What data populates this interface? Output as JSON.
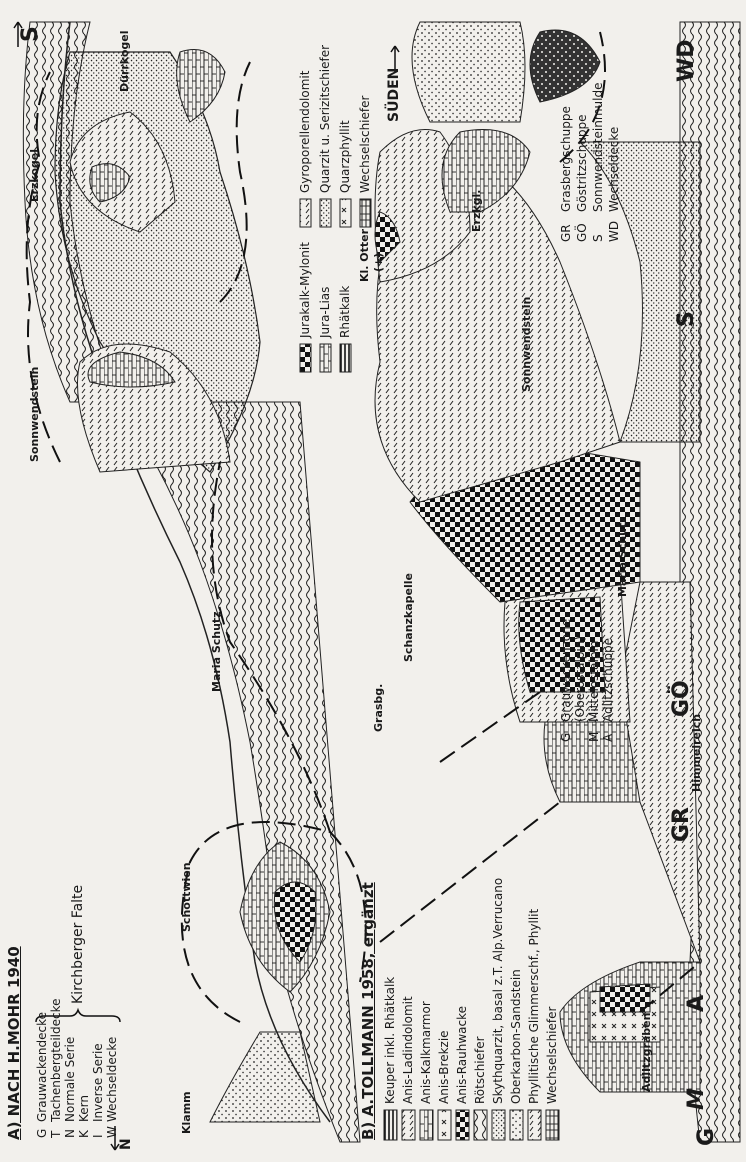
{
  "section_a": {
    "title": "A) NACH H.MOHR 1940",
    "north_label": "N",
    "south_label": "S",
    "legend_left": [
      {
        "code": "G",
        "text": "Grauwackendecke"
      },
      {
        "code": "T",
        "text": "Tachenbergteildecke"
      },
      {
        "code": "N",
        "text": "Normale Serie"
      },
      {
        "code": "K",
        "text": "Kern"
      },
      {
        "code": "I",
        "text": "Inverse Serie"
      },
      {
        "code": "W",
        "text": "Wechseldecke"
      }
    ],
    "bracket_label": "Kirchberger Falte",
    "legend_mid": [
      "Jurakalk-Mylonit",
      "Jura-Lias",
      "Rhätkalk"
    ],
    "legend_right": [
      "Gyroporellendolomit",
      "Quarzit u. Serizitschiefer",
      "Quarzphyllit",
      "Wechselschiefer"
    ],
    "places": [
      "Klamm",
      "Schottwien",
      "Maria Schutz",
      "Sonnwendstein",
      "Erzkogel",
      "Dürrkogel"
    ]
  },
  "section_b": {
    "title": "B) A.TOLLMANN 1958, ergänzt",
    "south_label": "SÜDEN",
    "legend": [
      "Keuper inkl. Rhätkalk",
      "Anis-Ladindolomit",
      "Anis-Kalkmarmor",
      "Anis-Brekzie",
      "Anis-Rauhwacke",
      "Rötschiefer",
      "Skythquarzit, basal z.T. Alp.Verrucano",
      "Oberkarbon-Sandstein",
      "Phyllitische Glimmerschf., Phyllit",
      "Wechselschiefer"
    ],
    "places": [
      "Adlitzgraben",
      "Himmelreich",
      "Grasbg.",
      "Schanzkapelle",
      "Maria Schutz",
      "Sonnwendstein",
      "Kl. Otter",
      "(+)",
      "Erzkgl."
    ],
    "unit_letters": [
      "G",
      "M",
      "A",
      "GR",
      "GÖ",
      "S",
      "WD"
    ],
    "abbrev_legend_left": [
      {
        "code": "G",
        "text": "Grauwackenzone"
      },
      {
        "code": "",
        "text": "(Oberostalpin)"
      },
      {
        "code": "M",
        "text": "Mittelostalpin"
      },
      {
        "code": "A",
        "text": "Adlitzschuppe"
      }
    ],
    "abbrev_legend_right": [
      {
        "code": "GR",
        "text": "Grasbergschuppe"
      },
      {
        "code": "GÖ",
        "text": "Göstritzschuppe"
      },
      {
        "code": "S",
        "text": "Sonnwendsteinmulde"
      },
      {
        "code": "WD",
        "text": "Wechseldecke"
      }
    ]
  },
  "colors": {
    "paper": "#f2f0ec",
    "ink": "#1a1a1a"
  }
}
